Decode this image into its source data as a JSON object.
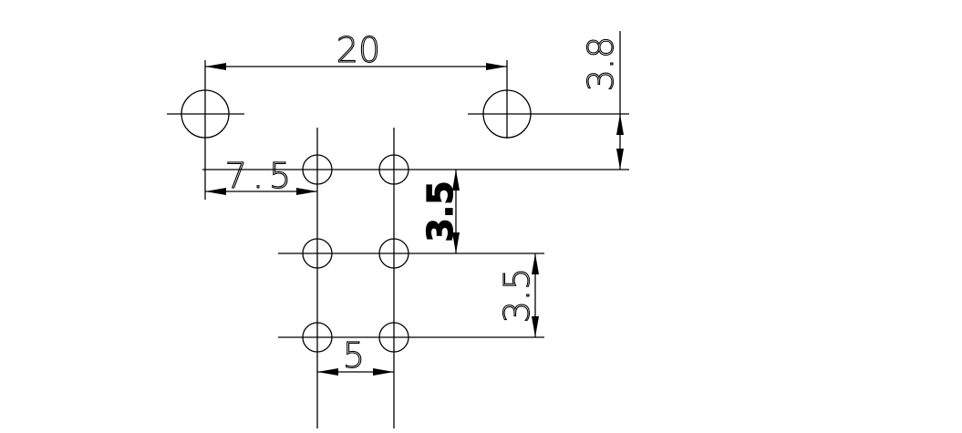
{
  "dimensions": {
    "mount_spacing": "20",
    "mount_offset_vertical": "3.8",
    "offset_to_first_column": "7.5",
    "row_spacing_upper": "3.5",
    "row_spacing_lower": "3.5",
    "column_spacing": "5"
  }
}
